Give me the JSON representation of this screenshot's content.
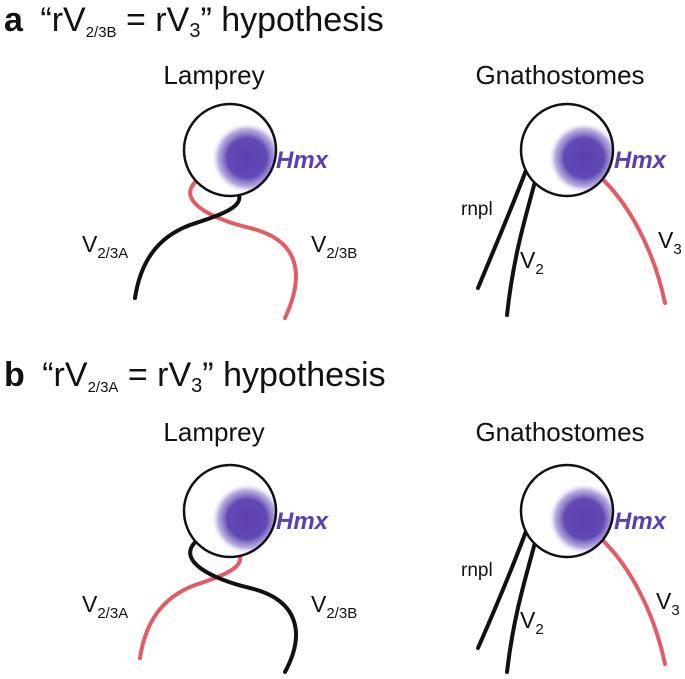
{
  "colors": {
    "hmx": "#5b3fb0",
    "red_nerve": "#e25c68",
    "black_nerve": "#111111"
  },
  "panel_a": {
    "letter": "a",
    "hyp_pre": "“rV",
    "hyp_sub1": "2/3B",
    "hyp_mid": " = rV",
    "hyp_sub2": "3",
    "hyp_post": "” hypothesis",
    "lamprey": {
      "title": "Lamprey",
      "hmx": "Hmx",
      "left_label": "V",
      "left_sub": "2/3A",
      "right_label": "V",
      "right_sub": "2/3B"
    },
    "gnathostomes": {
      "title": "Gnathostomes",
      "hmx": "Hmx",
      "rnpl": "rnpl",
      "v2": "V",
      "v2_sub": "2",
      "v3": "V",
      "v3_sub": "3"
    }
  },
  "panel_b": {
    "letter": "b",
    "hyp_pre": "“rV",
    "hyp_sub1": "2/3A",
    "hyp_mid": " = rV",
    "hyp_sub2": "3",
    "hyp_post": "” hypothesis",
    "lamprey": {
      "title": "Lamprey",
      "hmx": "Hmx",
      "left_label": "V",
      "left_sub": "2/3A",
      "right_label": "V",
      "right_sub": "2/3B"
    },
    "gnathostomes": {
      "title": "Gnathostomes",
      "hmx": "Hmx",
      "rnpl": "rnpl",
      "v2": "V",
      "v2_sub": "2",
      "v3": "V",
      "v3_sub": "3"
    }
  }
}
